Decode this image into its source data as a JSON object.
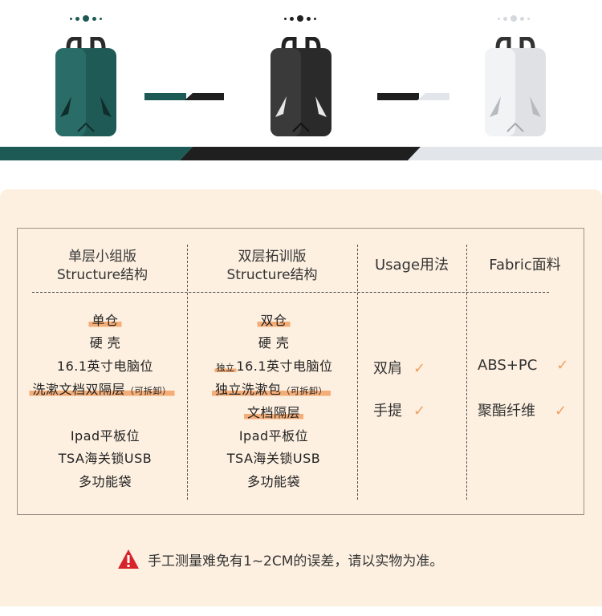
{
  "colors": {
    "teal": "#1e5a55",
    "black": "#1f1f1f",
    "silver": "#e2e5e9",
    "panel_bg": "#fdf0e1",
    "highlight": "#f5ad77",
    "check": "#f0a060",
    "warning_red": "#d9232a"
  },
  "bag_variants": [
    {
      "color_name": "teal",
      "body_color": "#1f5a56"
    },
    {
      "color_name": "black",
      "body_color": "#2a2a2a"
    },
    {
      "color_name": "silver",
      "body_color": "#dfe1e4"
    }
  ],
  "table": {
    "headers": {
      "single": [
        "单层小组版",
        "Structure结构"
      ],
      "double": [
        "双层拓训版",
        "Structure结构"
      ],
      "usage": "Usage用法",
      "fabric": "Fabric面料"
    },
    "single_items": [
      {
        "text": "单仓",
        "highlight": true
      },
      {
        "text": "硬 壳",
        "highlight": false
      },
      {
        "text": "16.1英寸电脑位",
        "highlight": false
      },
      {
        "text": "洗漱文档双隔层",
        "note": "（可拆卸）",
        "highlight": true
      },
      {
        "text": "Ipad平板位",
        "highlight": false
      },
      {
        "text": "TSA海关锁USB",
        "highlight": false
      },
      {
        "text": "多功能袋",
        "highlight": false
      }
    ],
    "double_items": [
      {
        "text": "双仓",
        "highlight": true
      },
      {
        "text": "硬 壳",
        "highlight": false
      },
      {
        "prefix": "独立",
        "text": "16.1英寸电脑位",
        "highlight": false
      },
      {
        "text": "独立洗漱包",
        "note": "（可拆卸）",
        "highlight": true
      },
      {
        "text": "文档隔层",
        "highlight": true
      },
      {
        "text": "Ipad平板位",
        "highlight": false
      },
      {
        "text": "TSA海关锁USB",
        "highlight": false
      },
      {
        "text": "多功能袋",
        "highlight": false
      }
    ],
    "usage": [
      "双肩",
      "手提"
    ],
    "fabric": [
      "ABS+PC",
      "聚酯纤维"
    ],
    "check_mark": "✓"
  },
  "notice": "手工测量难免有1~2CM的误差，请以实物为准。"
}
